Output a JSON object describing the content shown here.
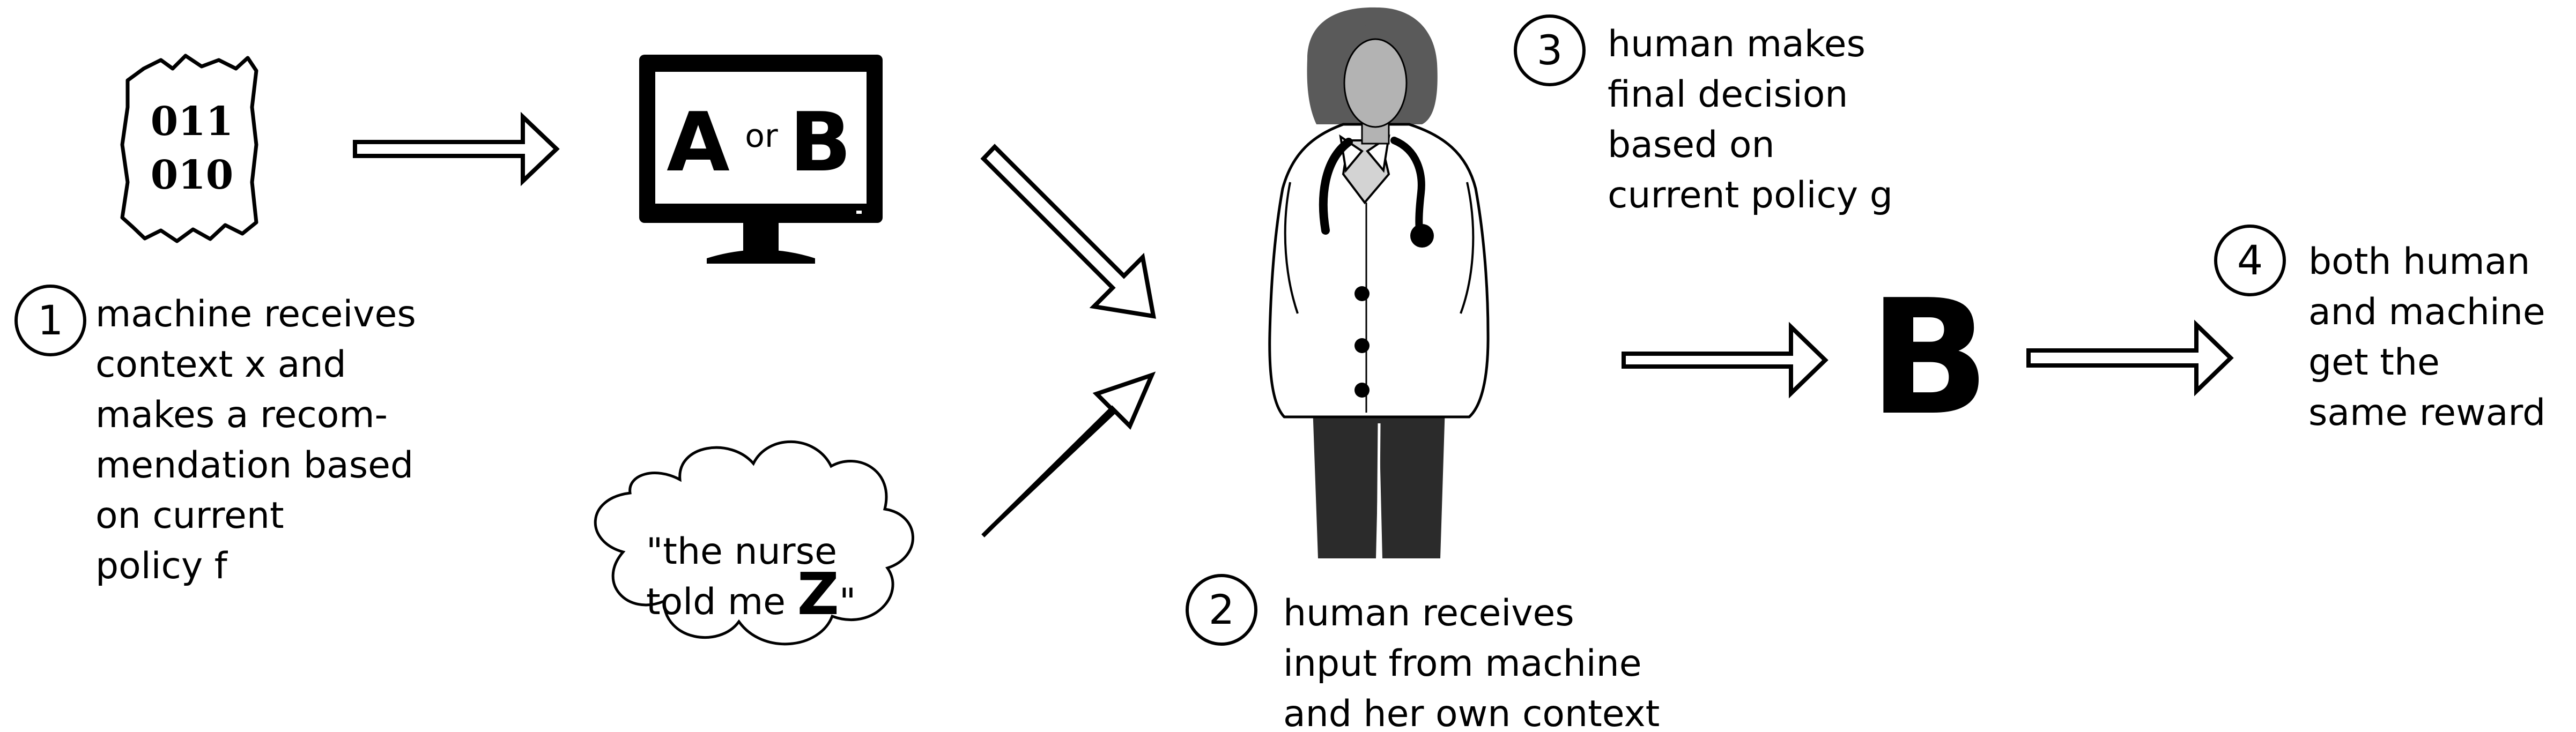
{
  "steps": [
    {
      "number": "1",
      "text": "machine receives\ncontext x and\nmakes a recom-\nmendation based\non current\npolicy f"
    },
    {
      "number": "2",
      "text": "human receives\ninput from machine\nand her own context"
    },
    {
      "number": "3",
      "text": "human makes\nfinal decision\nbased on\ncurrent policy g"
    },
    {
      "number": "4",
      "text": "both human\nand machine\nget the\nsame reward"
    }
  ],
  "data_card": {
    "line1": "011",
    "line2": "010"
  },
  "monitor": {
    "option_a": "A",
    "joiner": "or",
    "option_b": "B"
  },
  "thought_cloud": {
    "line1": "\"the nurse",
    "line2_prefix": "told me ",
    "letter": "Z",
    "line2_suffix": "\""
  },
  "decision": "B",
  "colors": {
    "ink": "#000000",
    "hair": "#5a5a5a",
    "face": "#b3b3b3",
    "trousers": "#2b2b2b",
    "coat": "#ffffff"
  }
}
